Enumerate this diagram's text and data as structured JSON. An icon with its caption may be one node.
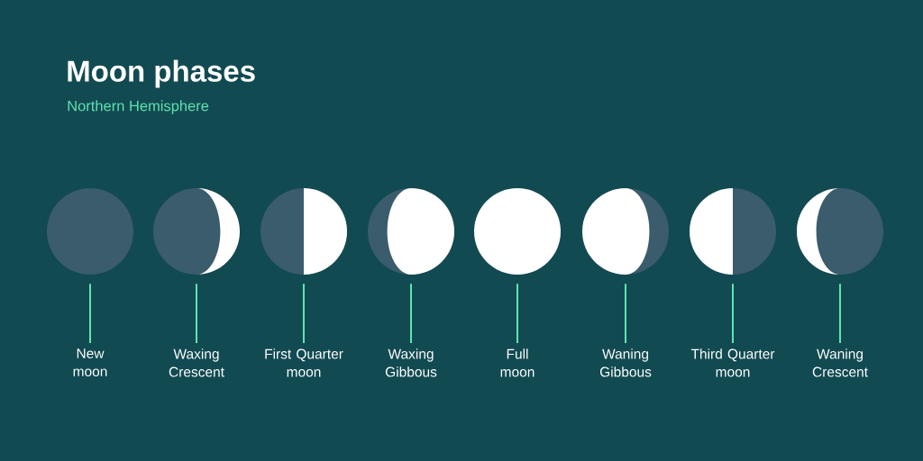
{
  "diagram": {
    "title": "Moon phases",
    "nodes": [
      {
        "text": [],
        "shape": "circle"
      },
      {
        "text": [],
        "shape": "circle"
      },
      {
        "text": [],
        "shape": "circle"
      },
      {
        "text": [],
        "shape": "circle"
      },
      {
        "text": [],
        "shape": "circle"
      },
      {
        "text": [],
        "shape": "circle"
      },
      {
        "text": [],
        "shape": "circle"
      },
      {
        "text": [],
        "shape": "circle"
      },
      {
        "text": [
          "New moon"
        ]
      },
      {
        "text": [
          "Waxing Crescent"
        ]
      },
      {
        "text": [
          "First Quarter moon"
        ]
      },
      {
        "text": [
          "Waxing Gibbous"
        ]
      },
      {
        "text": [
          "Full moon"
        ]
      },
      {
        "text": [
          "Waning Gibbous"
        ]
      },
      {
        "text": [
          "Third Quarter moon"
        ]
      },
      {
        "text": [
          "Waning Crescent"
        ]
      }
    ],
    "edges": [
      {
        "from": 8,
        "to": 0,
        "arrow": "none"
      },
      {
        "from": 9,
        "to": 1,
        "arrow": "none"
      },
      {
        "from": 10,
        "to": 2,
        "arrow": "none"
      },
      {
        "from": 11,
        "to": 3,
        "arrow": "none"
      },
      {
        "from": 12,
        "to": 4,
        "arrow": "none"
      },
      {
        "from": 13,
        "to": 5,
        "arrow": "none"
      },
      {
        "from": 14,
        "to": 6,
        "arrow": "none"
      },
      {
        "from": 15,
        "to": 7,
        "arrow": "none"
      }
    ],
    "labels": [
      "Northern Hemisphere"
    ]
  }
}
